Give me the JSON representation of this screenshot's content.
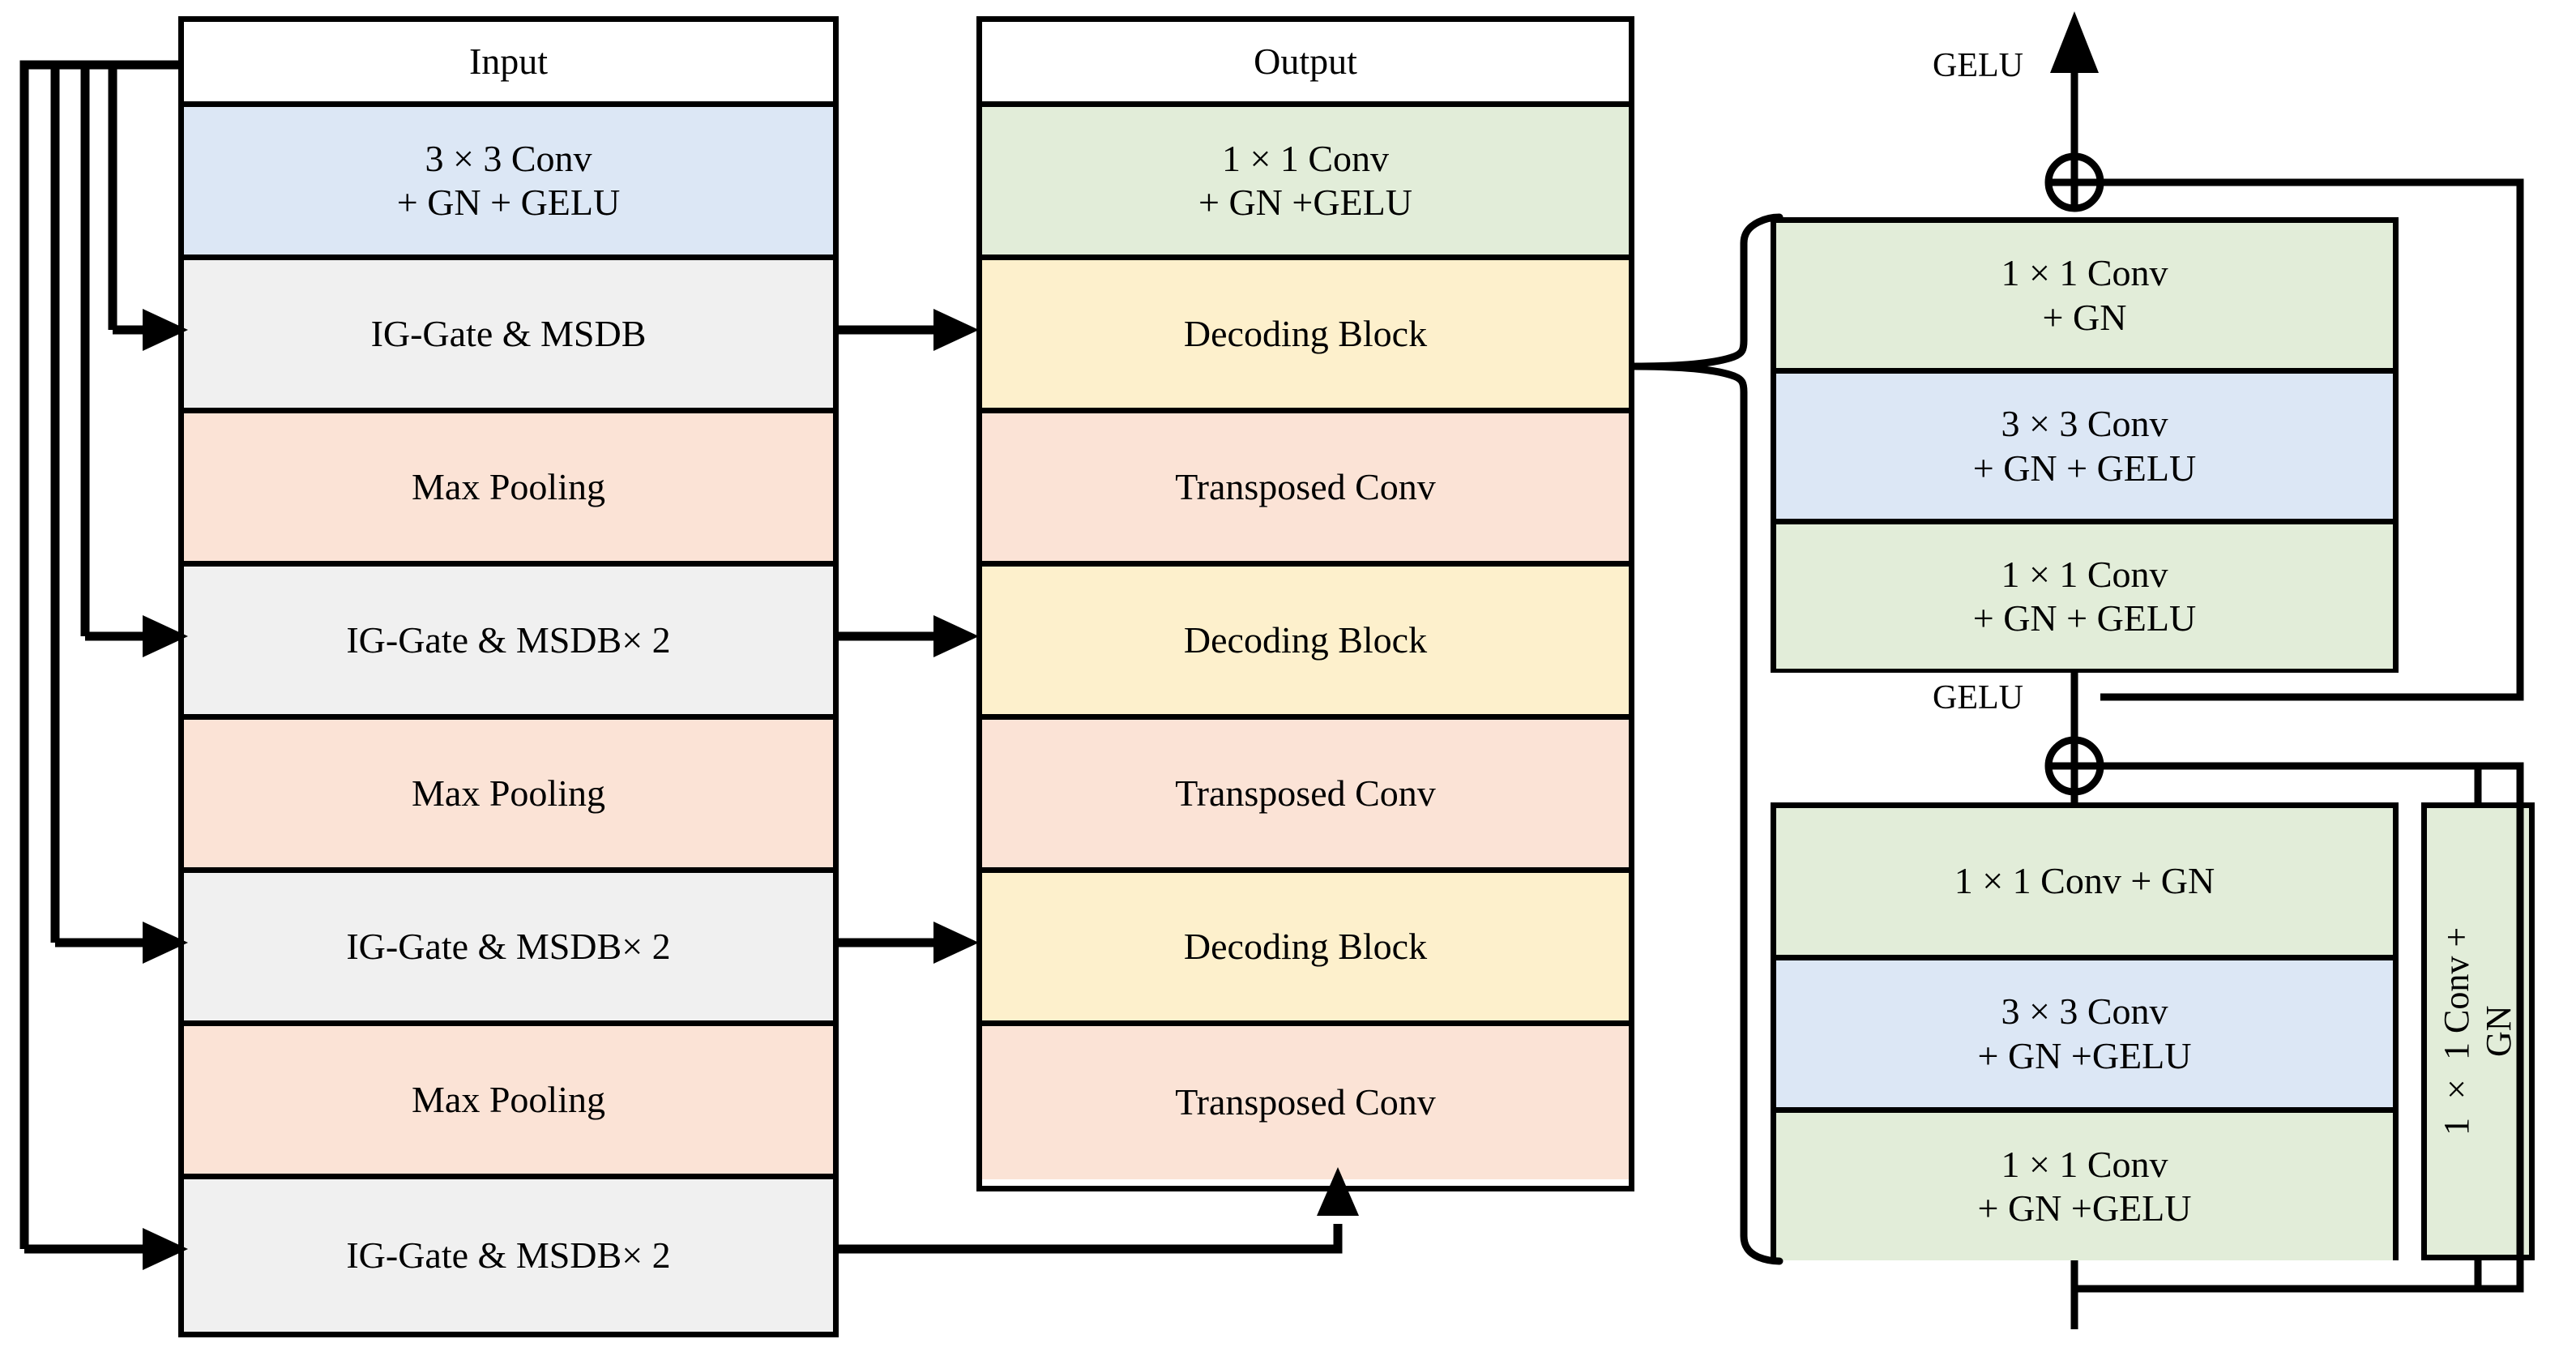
{
  "diagram": {
    "title": "IG-Gate MSDB U-Net architecture with decoding block detail",
    "colors": {
      "blue": "#dce7f5",
      "green": "#e2edd9",
      "peach": "#fbe3d6",
      "yellow": "#fdf0cc",
      "gray": "#f0f0f0",
      "white": "#ffffff",
      "stroke": "#000000"
    }
  },
  "encoder": {
    "header": "Input",
    "rows": [
      {
        "label": "Input",
        "fill": "white"
      },
      {
        "label": "3 × 3 Conv\n+ GN + GELU",
        "fill": "blue"
      },
      {
        "label": "IG-Gate & MSDB",
        "fill": "gray"
      },
      {
        "label": "Max Pooling",
        "fill": "peach"
      },
      {
        "label": "IG-Gate & MSDB× 2",
        "fill": "gray"
      },
      {
        "label": "Max Pooling",
        "fill": "peach"
      },
      {
        "label": "IG-Gate & MSDB× 2",
        "fill": "gray"
      },
      {
        "label": "Max Pooling",
        "fill": "peach"
      },
      {
        "label": "IG-Gate & MSDB× 2",
        "fill": "gray"
      }
    ]
  },
  "decoder": {
    "header": "Output",
    "rows": [
      {
        "label": "Output",
        "fill": "white"
      },
      {
        "label": "1 × 1 Conv\n+ GN +GELU",
        "fill": "green"
      },
      {
        "label": "Decoding Block",
        "fill": "yellow"
      },
      {
        "label": "Transposed Conv",
        "fill": "peach"
      },
      {
        "label": "Decoding Block",
        "fill": "yellow"
      },
      {
        "label": "Transposed Conv",
        "fill": "peach"
      },
      {
        "label": "Decoding Block",
        "fill": "yellow"
      },
      {
        "label": "Transposed Conv",
        "fill": "peach"
      }
    ]
  },
  "detail": {
    "top_block": {
      "rows": [
        {
          "label": "1 × 1 Conv\n+ GN",
          "fill": "green"
        },
        {
          "label": "3 × 3 Conv\n+ GN + GELU",
          "fill": "blue"
        },
        {
          "label": "1 × 1 Conv\n+ GN + GELU",
          "fill": "green"
        }
      ],
      "out_label": "GELU"
    },
    "bottom_block": {
      "rows": [
        {
          "label": "1 × 1 Conv + GN",
          "fill": "green"
        },
        {
          "label": "3 × 3 Conv\n+ GN +GELU",
          "fill": "blue"
        },
        {
          "label": "1 × 1 Conv\n+ GN +GELU",
          "fill": "green"
        }
      ],
      "out_label": "GELU"
    },
    "shortcut_block": {
      "label": "1 × 1 Conv +\nGN",
      "fill": "green"
    },
    "add_symbol": "⊕"
  }
}
